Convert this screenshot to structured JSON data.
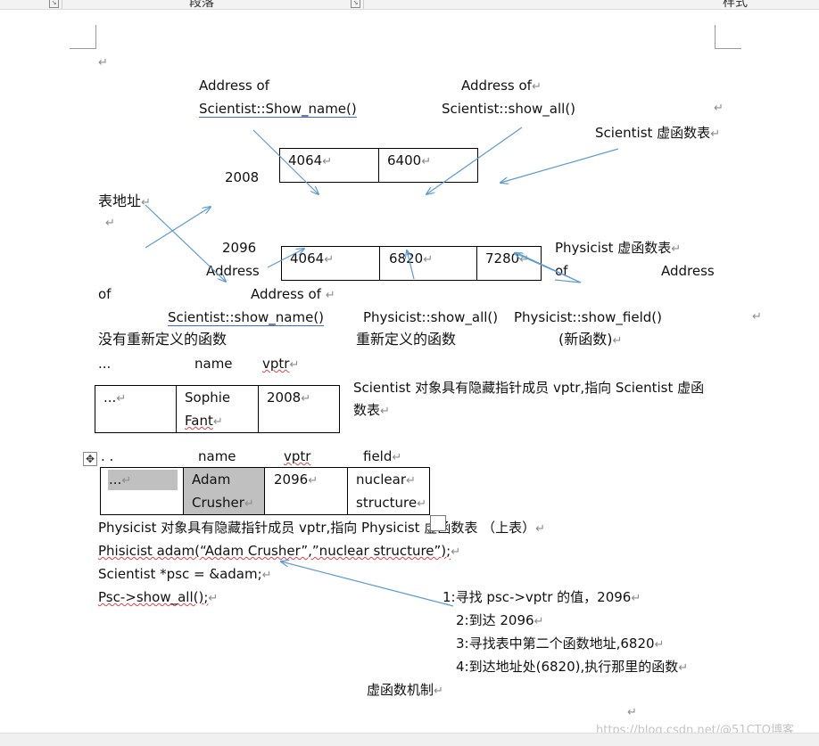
{
  "ribbon": {
    "paragraph_label": "段落",
    "styles_label": "样式",
    "launcher_glyph": "↘"
  },
  "para_mark": "↵",
  "labels": {
    "addr_of_1": "Address of",
    "scientist_show_name_1": "Scientist::Show_name()",
    "addr_of_2": "Address of",
    "scientist_show_all": "Scientist::show_all()",
    "scientist_vtable": "Scientist 虚函数表",
    "num_2008": "2008",
    "table_addr": "表地址",
    "num_2096": "2096",
    "address_left": "Address",
    "physicist_vtable": "Physicist 虚函数表",
    "of_right": "of",
    "address_right": "Address",
    "of_left": "of",
    "address_of_mid": "Address of",
    "scientist_show_name_2": "Scientist::show_name()",
    "physicist_show_all": "Physicist::show_all()",
    "physicist_show_field": "Physicist::show_field()",
    "not_redefined": "没有重新定义的函数",
    "redefined": "重新定义的函数",
    "new_function": "(新函数)"
  },
  "vtable_scientist": [
    "4064",
    "6400"
  ],
  "vtable_physicist": [
    "4064",
    "6820",
    "7280"
  ],
  "scientist_obj": {
    "headers": [
      "...",
      "name",
      "vptr"
    ],
    "cells": [
      "...",
      "Sophie",
      "Fant",
      "2008"
    ],
    "description": "Scientist 对象具有隐藏指针成员 vptr,指向 Scientist 虚函",
    "description_2": "数表"
  },
  "physicist_obj": {
    "headers": [
      ". .",
      "name",
      "vptr",
      "field"
    ],
    "cells": [
      "...",
      "Adam",
      "Crusher",
      "2096",
      "nuclear",
      "structure"
    ]
  },
  "code": {
    "physicist_note": "Physicist 对象具有隐藏指针成员 vptr,指向 Physicist 虚函数表 （上表）",
    "line1": "Phisicist   adam(“Adam Crusher”,”nuclear structure”);",
    "line2": "Scientist *psc = &adam;",
    "line3": "Psc->show_all();"
  },
  "steps": [
    "1:寻找 psc->vptr 的值，2096",
    "2:到达 2096",
    "3:寻找表中第二个函数地址,6820",
    "4:到达地址处(6820),执行那里的函数"
  ],
  "caption": "虚函数机制",
  "watermark": "https://blog.csdn.net/@51CTO博客",
  "colors": {
    "arrow": "#5b9bd5",
    "shade": "#c0c0c0",
    "spell": "#e0404a",
    "grammar": "#3c6bd6"
  }
}
